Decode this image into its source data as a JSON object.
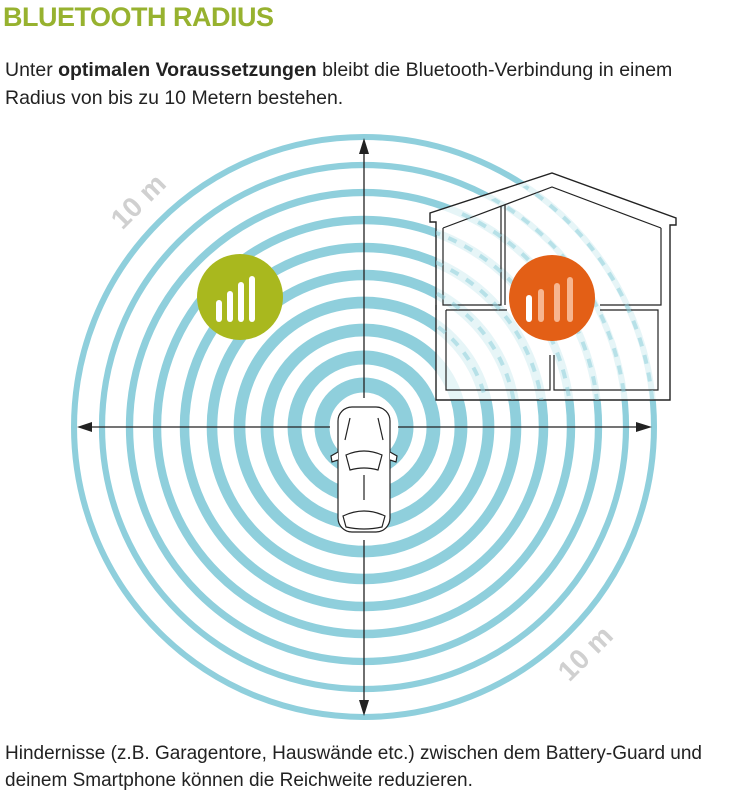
{
  "title": "BLUETOOTH RADIUS",
  "intro": {
    "before": "Unter ",
    "bold": "optimalen Voraussetzungen",
    "after": " bleibt die Bluetooth-Verbindung in einem Radius von bis zu 10 Metern bestehen."
  },
  "diagram": {
    "radius_label_top": "10 m",
    "radius_label_bottom": "10 m",
    "colors": {
      "rings": "#8fcfdc",
      "good_signal": "#a9b81e",
      "weak_signal": "#e35f16",
      "lines": "#222222"
    },
    "good_signal_bars": 4,
    "weak_signal_bars": 4
  },
  "outro": "Hindernisse (z.B. Garagentore, Hauswände etc.) zwischen dem Battery-Guard und deinem Smartphone können die Reichweite reduzieren."
}
